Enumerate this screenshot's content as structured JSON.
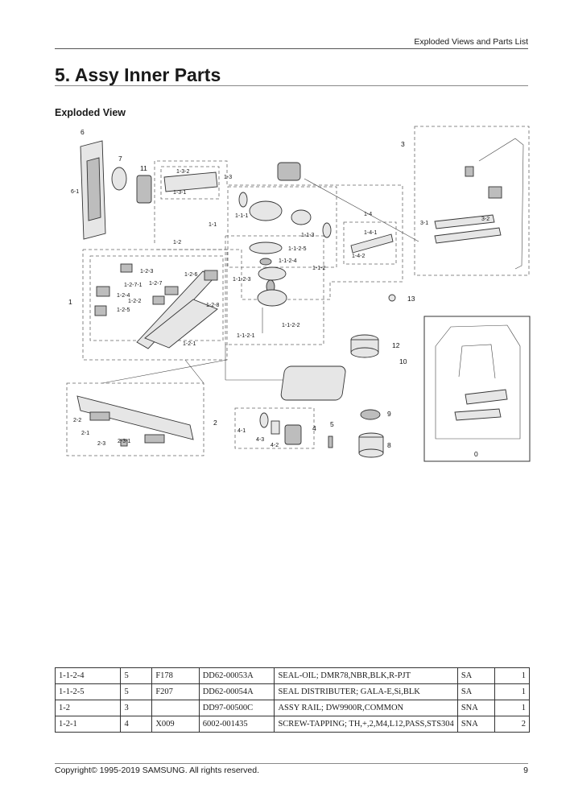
{
  "header": {
    "section_title": "Exploded Views and Parts List"
  },
  "page_title": "5.  Assy Inner Parts",
  "subtitle": "Exploded View",
  "diagram": {
    "labels": {
      "p6": "6",
      "p6_1": "6-1",
      "p7": "7",
      "p11": "11",
      "p1_3": "1-3",
      "p1_3_1": "1-3-1",
      "p1_3_2": "1-3-2",
      "p1_1": "1-1",
      "p1_1_1": "1-1-1",
      "p1_1_2": "1-1-2",
      "p1_1_3": "1-1-3",
      "p1_1_2_1": "1-1-2-1",
      "p1_1_2_2": "1-1-2-2",
      "p1_1_2_3": "1-1-2-3",
      "p1_1_2_4": "1-1-2-4",
      "p1_1_2_5": "1-1-2-5",
      "p1_4": "1-4",
      "p1_4_1": "1-4-1",
      "p1_4_2": "1-4-2",
      "p1_2": "1-2",
      "p1_2_1": "1-2-1",
      "p1_2_2": "1-2-2",
      "p1_2_3": "1-2-3",
      "p1_2_4": "1-2-4",
      "p1_2_5": "1-2-5",
      "p1_2_6": "1-2-6",
      "p1_2_7": "1-2-7",
      "p1_2_7_1": "1-2-7-1",
      "p1_2_8": "1-2-8",
      "p1": "1",
      "p3": "3",
      "p3_1": "3-1",
      "p3_2": "3-2",
      "p13": "13",
      "p12": "12",
      "p10": "10",
      "p9": "9",
      "p8": "8",
      "p5": "5",
      "p2": "2",
      "p2_1": "2-1",
      "p2_2": "2-2",
      "p2_3": "2-3",
      "p2_3_1": "2-3-1",
      "p4": "4",
      "p4_1": "4-1",
      "p4_2": "4-2",
      "p4_3": "4-3",
      "p0": "0"
    }
  },
  "parts_table": {
    "rows": [
      [
        "1-1-2-4",
        "5",
        "F178",
        "DD62-00053A",
        "SEAL-OIL; DMR78,NBR,BLK,R-PJT",
        "SA",
        "1"
      ],
      [
        "1-1-2-5",
        "5",
        "F207",
        "DD62-00054A",
        "SEAL DISTRIBUTER; GALA-E,Si,BLK",
        "SA",
        "1"
      ],
      [
        "1-2",
        "3",
        "",
        "DD97-00500C",
        "ASSY RAIL; DW9900R,COMMON",
        "SNA",
        "1"
      ],
      [
        "1-2-1",
        "4",
        "X009",
        "6002-001435",
        "SCREW-TAPPING; TH,+,2,M4,L12,PASS,STS304",
        "SNA",
        "2"
      ]
    ]
  },
  "footer": {
    "copyright": "Copyright© 1995-2019 SAMSUNG. All rights reserved.",
    "page_number": "9"
  }
}
